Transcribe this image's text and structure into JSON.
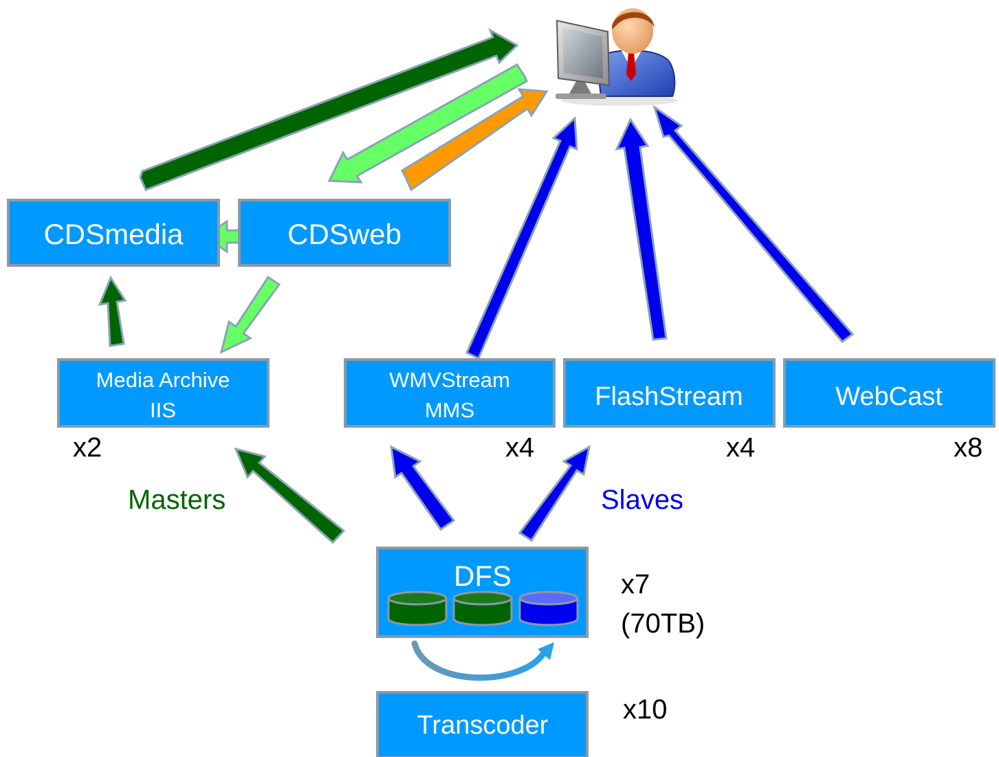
{
  "colors": {
    "box_fill": "#0099ff",
    "box_border": "#8a9aa8",
    "dark_green": "#006400",
    "light_green": "#66ff66",
    "orange": "#ff9900",
    "blue": "#0000ee",
    "arrow_outline": "#8aa3b5"
  },
  "boxes": {
    "cdsmedia": "CDSmedia",
    "cdsweb": "CDSweb",
    "media_archive_line1": "Media Archive",
    "media_archive_line2": "IIS",
    "wmvstream_line1": "WMVStream",
    "wmvstream_line2": "MMS",
    "flashstream": "FlashStream",
    "webcast": "WebCast",
    "dfs": "DFS",
    "transcoder": "Transcoder"
  },
  "counts": {
    "media_archive": "x2",
    "wmvstream": "x4",
    "flashstream": "x4",
    "webcast": "x8",
    "dfs_line1": "x7",
    "dfs_line2": "(70TB)",
    "transcoder": "x10"
  },
  "labels": {
    "masters": "Masters",
    "slaves": "Slaves"
  },
  "icons": {
    "user": "user-at-computer-icon",
    "disk": "disk-cylinder-icon"
  }
}
